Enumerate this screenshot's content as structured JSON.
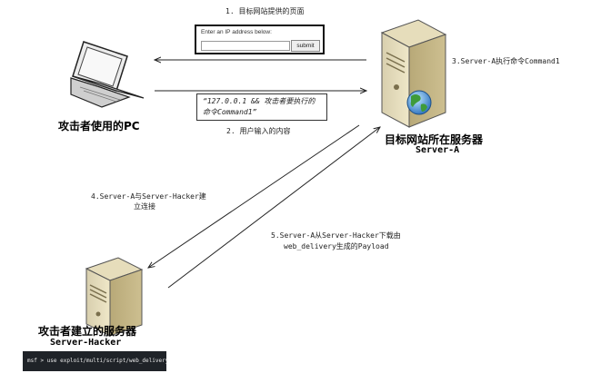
{
  "steps": {
    "s1": "1. 目标网站提供的页面",
    "s2": "2. 用户输入的内容",
    "s3": "3.Server-A执行命令Command1",
    "s4_line1": "4.Server-A与Server-Hacker建",
    "s4_line2": "立连接",
    "s5_line1": "5.Server-A从Server-Hacker下载由",
    "s5_line2": "web_delivery生成的Payload"
  },
  "form": {
    "label": "Enter an IP address below:",
    "submit": "submit"
  },
  "payload": {
    "line1": "“127.0.0.1 && 攻击者要执行的",
    "line2": "命令Command1”"
  },
  "nodes": {
    "pc": {
      "title": "攻击者使用的PC"
    },
    "server_a": {
      "title": "目标网站所在服务器",
      "sub": "Server-A"
    },
    "hacker": {
      "title": "攻击者建立的服务器",
      "sub": "Server-Hacker"
    }
  },
  "terminal": {
    "command": "msf > use exploit/multi/script/web_delivery"
  }
}
